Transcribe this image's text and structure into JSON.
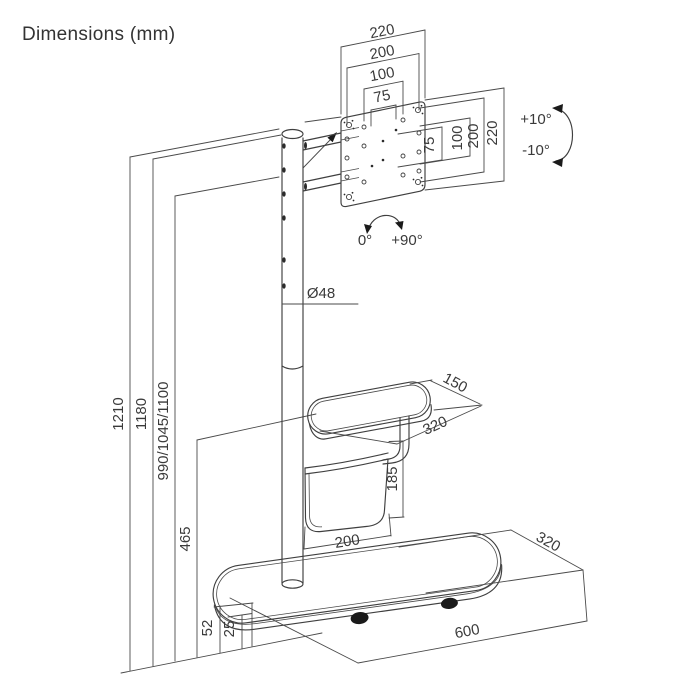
{
  "title": "Dimensions (mm)",
  "colors": {
    "line": "#4a4a4a",
    "object_line": "#3f3f3f",
    "text": "#3a3a3a",
    "background": "#ffffff",
    "arrow_fill": "#1a1a1a"
  },
  "plate": {
    "width_dims": [
      "220",
      "200",
      "100",
      "75"
    ],
    "height_dims": [
      "75",
      "100",
      "200",
      "220"
    ]
  },
  "angles": {
    "tilt_up": "+10°",
    "tilt_down": "-10°",
    "rotate_min": "0°",
    "rotate_max": "+90°"
  },
  "pole": {
    "diameter": "Ø48"
  },
  "heights": {
    "total": "1210",
    "pole": "1180",
    "mount": "990/1045/1100",
    "shelf": "465"
  },
  "shelf": {
    "depth": "150",
    "width": "320"
  },
  "basket": {
    "height": "185",
    "width": "200"
  },
  "base": {
    "depth": "320",
    "width": "600",
    "height": "52",
    "plate_height": "25"
  }
}
